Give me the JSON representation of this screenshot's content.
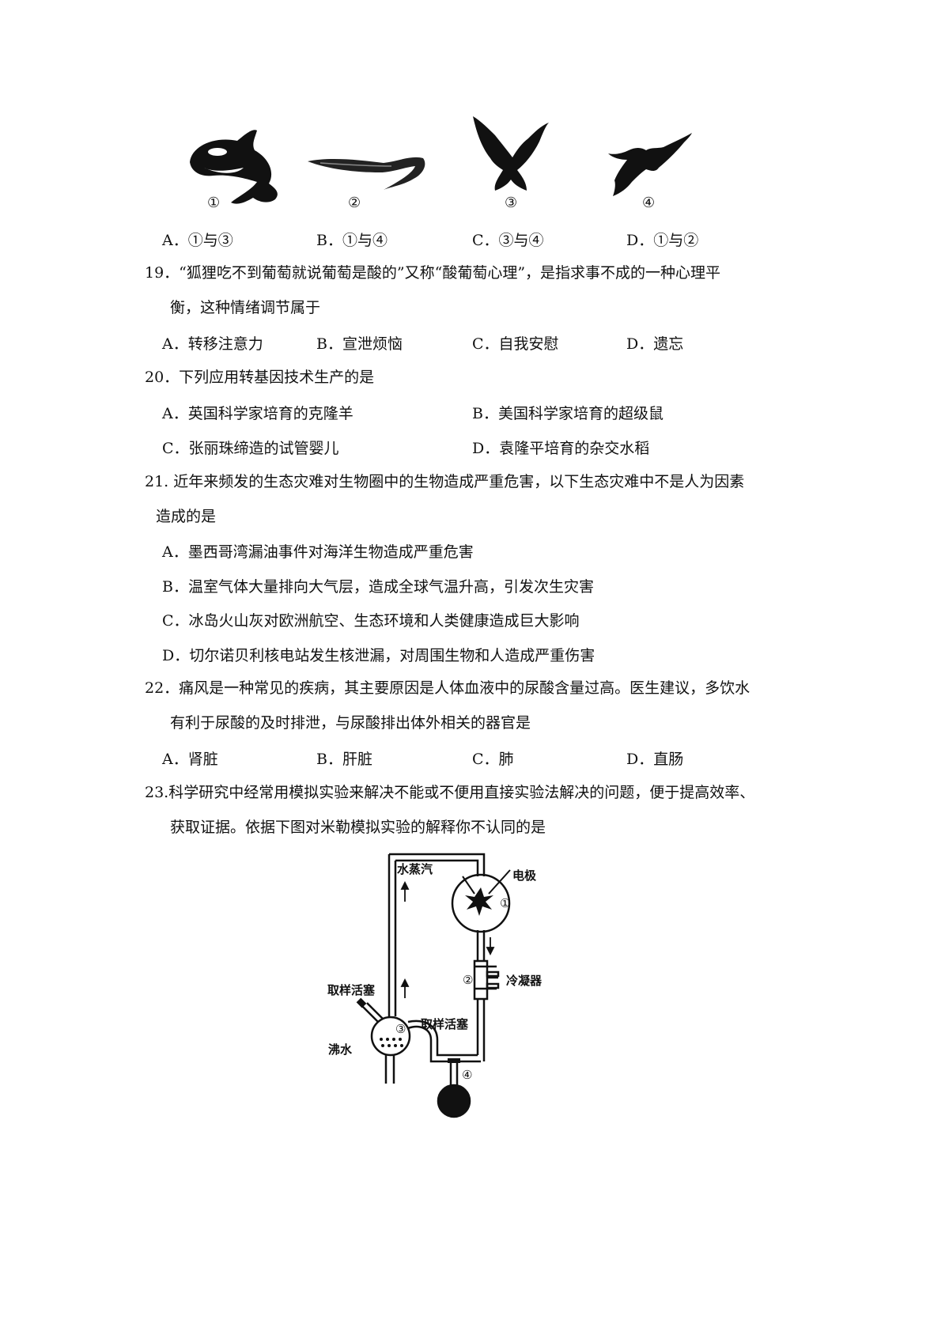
{
  "q18": {
    "animals": [
      {
        "num": "①",
        "icon": "orca-icon"
      },
      {
        "num": "②",
        "icon": "eel-icon"
      },
      {
        "num": "③",
        "icon": "bat-icon"
      },
      {
        "num": "④",
        "icon": "eagle-icon"
      }
    ],
    "options": [
      "A．①与③",
      "B．①与④",
      "C．③与④",
      "D．①与②"
    ]
  },
  "q19": {
    "line1": "19．“狐狸吃不到葡萄就说葡萄是酸的”又称“酸葡萄心理”，是指求事不成的一种心理平",
    "line2": "衡，这种情绪调节属于",
    "options": [
      "A．转移注意力",
      "B．宣泄烦恼",
      "C．自我安慰",
      "D．遗忘"
    ]
  },
  "q20": {
    "line1": "20．下列应用转基因技术生产的是",
    "options": [
      "A．英国科学家培育的克隆羊",
      "B．美国科学家培育的超级鼠",
      "C．张丽珠缔造的试管婴儿",
      "D．袁隆平培育的杂交水稻"
    ]
  },
  "q21": {
    "line1": "21. 近年来频发的生态灾难对生物圈中的生物造成严重危害，以下生态灾难中不是人为因素",
    "line2": "造成的是",
    "options": [
      "A．墨西哥湾漏油事件对海洋生物造成严重危害",
      "B．温室气体大量排向大气层，造成全球气温升高，引发次生灾害",
      "C．冰岛火山灰对欧洲航空、生态环境和人类健康造成巨大影响",
      "D．切尔诺贝利核电站发生核泄漏，对周围生物和人造成严重伤害"
    ]
  },
  "q22": {
    "line1": "22．痛风是一种常见的疾病，其主要原因是人体血液中的尿酸含量过高。医生建议，多饮水",
    "line2": "有利于尿酸的及时排泄，与尿酸排出体外相关的器官是",
    "options": [
      "A．肾脏",
      "B．肝脏",
      "C．肺",
      "D．直肠"
    ]
  },
  "q23": {
    "line1": "23.科学研究中经常用模拟实验来解决不能或不便用直接实验法解决的问题，便于提高效率、",
    "line2": "获取证据。依据下图对米勒模拟实验的解释你不认同的是",
    "diagram": {
      "steam": "水蒸汽",
      "electrode": "电极",
      "condenser": "冷凝器",
      "sampling_valve_left": "取样活塞",
      "sampling_valve_right": "取样活塞",
      "boiling_water": "沸水",
      "n1": "①",
      "n2": "②",
      "n3": "③",
      "n4": "④"
    }
  }
}
